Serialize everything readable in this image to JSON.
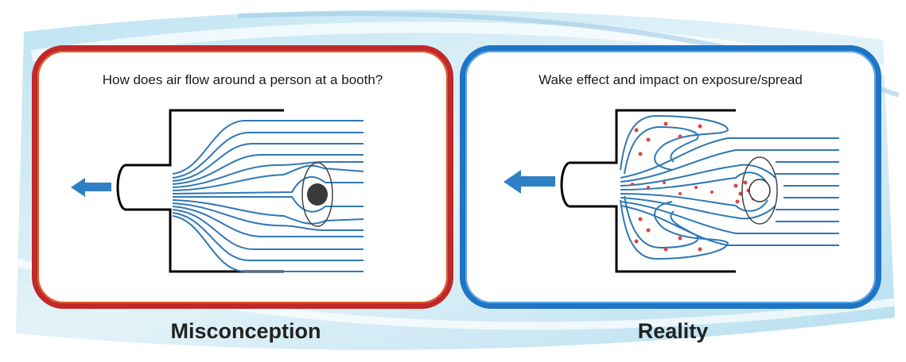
{
  "colors": {
    "misconception_border": "#c0282a",
    "reality_border": "#1f74c4",
    "streamline": "#2f78b5",
    "arrow": "#2f7fc7",
    "particle": "#d9463f"
  },
  "left_panel": {
    "title": "How does air flow around a person at a booth?",
    "caption": "Misconception"
  },
  "right_panel": {
    "title": "Wake effect and impact on exposure/spread",
    "caption": "Reality"
  }
}
